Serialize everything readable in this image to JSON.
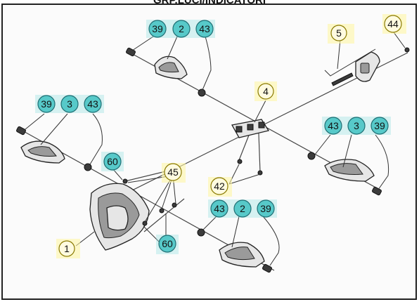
{
  "header": {
    "title": "GRP.LUCI/INDICATORI"
  },
  "callouts": {
    "c1": "1",
    "c2a": "2",
    "c2b": "2",
    "c3a": "3",
    "c3b": "3",
    "c4": "4",
    "c5": "5",
    "c39a": "39",
    "c39b": "39",
    "c39c": "39",
    "c39d": "39",
    "c42": "42",
    "c43a": "43",
    "c43b": "43",
    "c43c": "43",
    "c43d": "43",
    "c44": "44",
    "c45": "45",
    "c60a": "60",
    "c60b": "60"
  },
  "colors": {
    "cyan_callout": "#57c9c9",
    "yellow_callout": "#fffbe0"
  }
}
